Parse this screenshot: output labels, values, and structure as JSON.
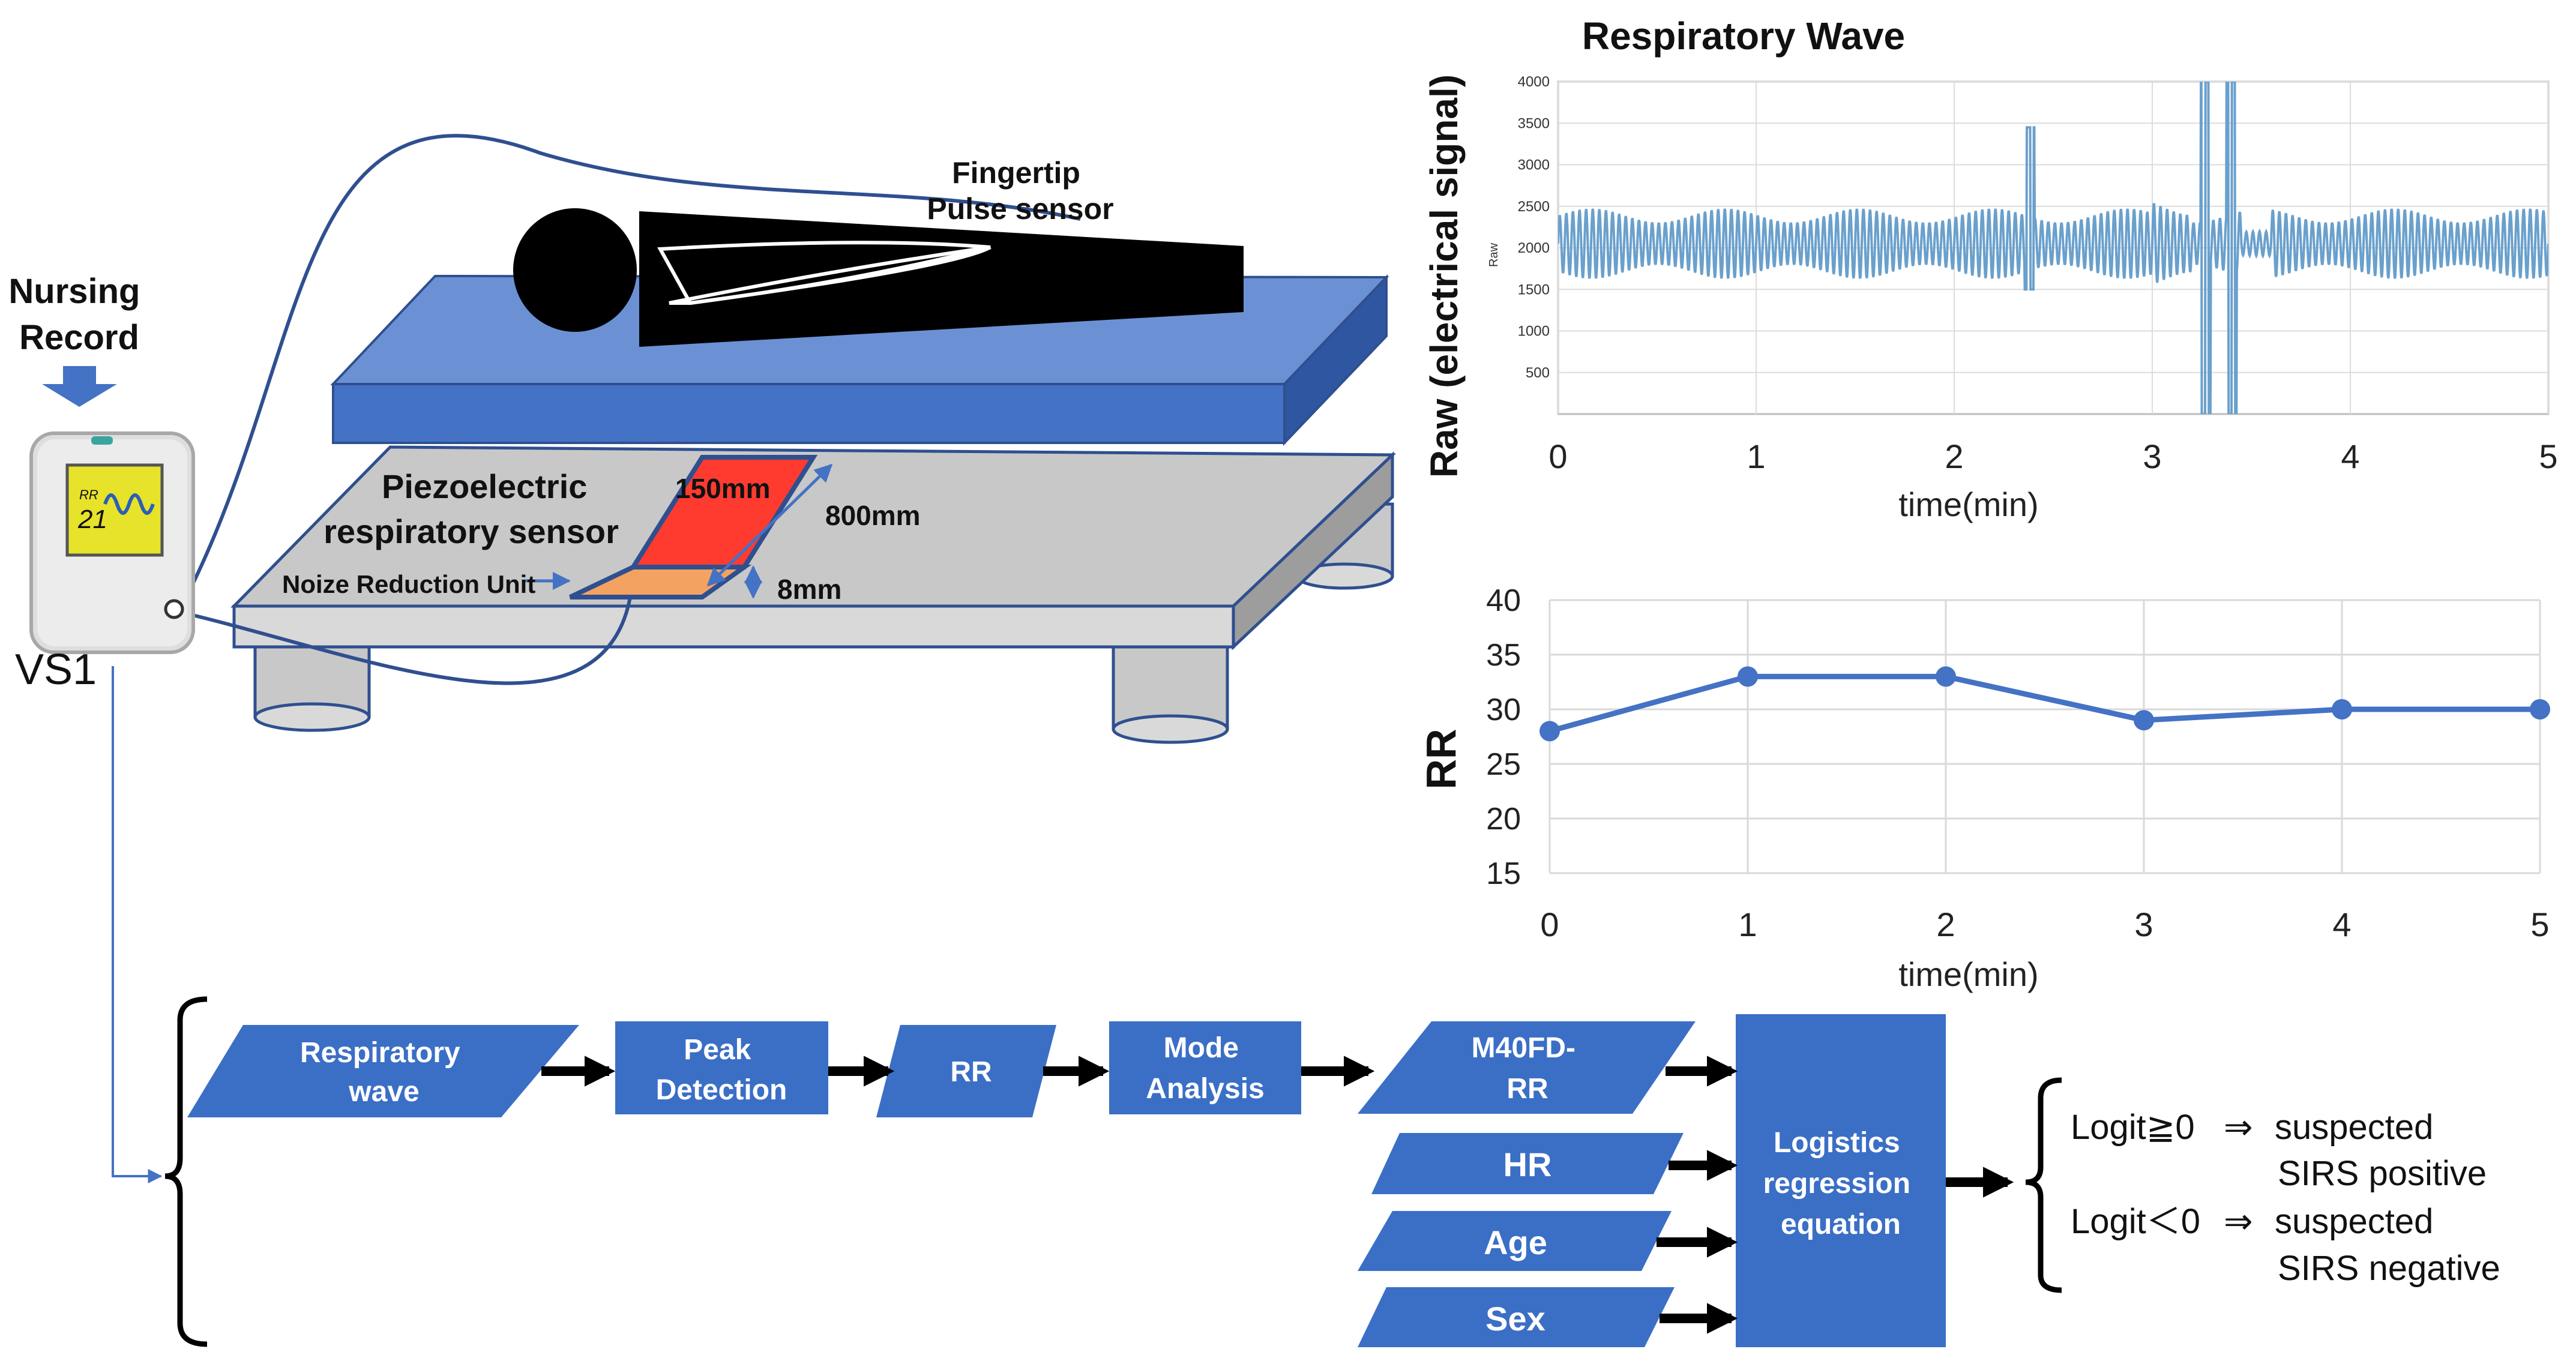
{
  "diagram": {
    "nursing_record": "Nursing Record",
    "device_name": "VS1",
    "device_screen": {
      "label": "RR",
      "value": "21"
    },
    "fingertip_sensor": "Fingertip Pulse sensor",
    "piezo_sensor": "Piezoelectric respiratory sensor",
    "noise_unit": "Noize Reduction Unit",
    "dim_width": "150mm",
    "dim_length": "800mm",
    "dim_thickness": "8mm"
  },
  "flow": {
    "respiratory_wave": "Respiratory wave",
    "peak_detection": "Peak Detection",
    "rr": "RR",
    "mode_analysis": "Mode Analysis",
    "m40fd_rr": "M40FD-RR",
    "hr": "HR",
    "age": "Age",
    "sex": "Sex",
    "logistics": "Logistics regression equation",
    "outcome_pos_cond": "Logit≧0",
    "outcome_pos_arrow": "⇒",
    "outcome_pos_text_1": "suspected",
    "outcome_pos_text_2": "SIRS positive",
    "outcome_neg_cond": "Logit＜0",
    "outcome_neg_arrow": "⇒",
    "outcome_neg_text_1": "suspected",
    "outcome_neg_text_2": "SIRS negative"
  },
  "colors": {
    "bed_blue": "#4472c4",
    "bed_top": "#6b91d4",
    "frame_grey": "#c8c8c8",
    "sensor_red": "#ff3b30",
    "sensor_orange": "#f4a261",
    "line_blue": "#2f4f8f",
    "box_blue": "#3b6fc6",
    "wave_blue": "#6aa0cc",
    "rr_line": "#4472c4"
  },
  "chart_data": [
    {
      "type": "line",
      "title": "Respiratory Wave",
      "ylabel": "Raw (electrical signal)",
      "inner_ylabel": "Raw",
      "xlabel": "time(min)",
      "xlim": [
        0,
        5
      ],
      "ylim": [
        0,
        4000
      ],
      "x_ticks": [
        "0",
        "1",
        "2",
        "3",
        "4",
        "5"
      ],
      "y_ticks": [
        "500",
        "1000",
        "1500",
        "2000",
        "2500",
        "3000",
        "3500",
        "4000"
      ],
      "grid": true,
      "baseline": 2050,
      "amplitude": 420,
      "events": [
        {
          "x": 2.38,
          "y_max": 3450,
          "y_min": 1500
        },
        {
          "x": 3.27,
          "y_max": 4000,
          "y_min": 0
        },
        {
          "x": 3.4,
          "y_max": 4000,
          "y_min": 0
        }
      ]
    },
    {
      "type": "line",
      "title": "",
      "ylabel": "RR",
      "xlabel": "time(min)",
      "x": [
        0,
        1,
        2,
        3,
        4,
        5
      ],
      "x_ticks": [
        "0",
        "1",
        "2",
        "3",
        "4",
        "5"
      ],
      "y_ticks": [
        "15",
        "20",
        "25",
        "30",
        "35",
        "40"
      ],
      "series": [
        {
          "values": [
            28,
            33,
            33,
            29,
            30,
            30
          ]
        }
      ],
      "xlim": [
        0,
        5
      ],
      "ylim": [
        15,
        40
      ],
      "grid": true
    }
  ]
}
